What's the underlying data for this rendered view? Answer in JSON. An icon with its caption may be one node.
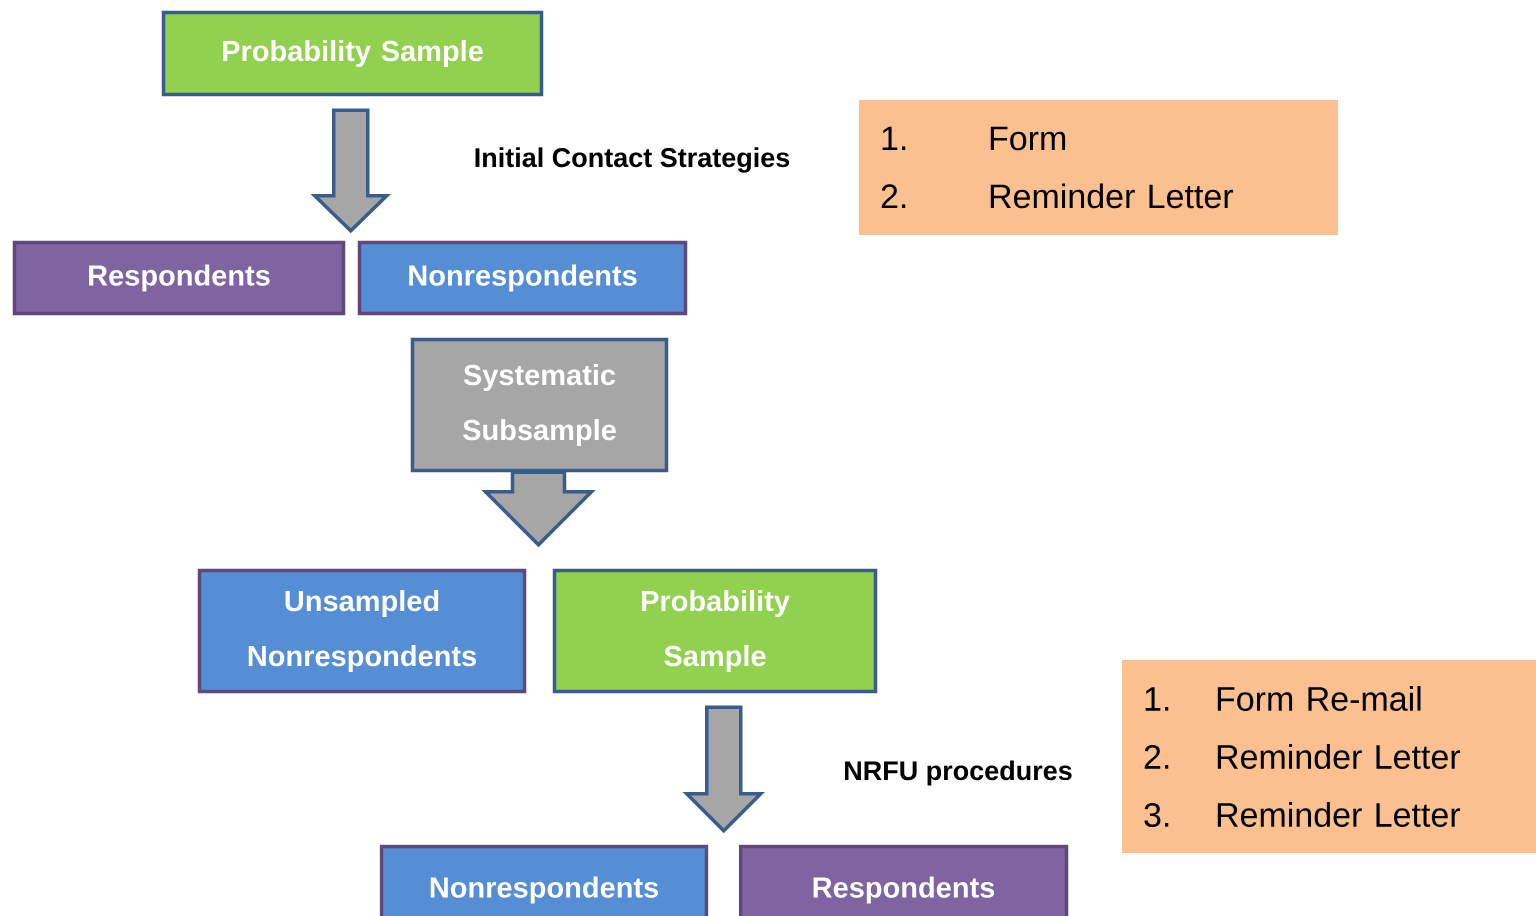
{
  "diagram": {
    "nodes": [
      {
        "text": [
          "Probability Sample"
        ]
      },
      {
        "text": [
          "Respondents"
        ]
      },
      {
        "text": [
          "Nonrespondents"
        ]
      },
      {
        "text": [
          "Systematic Subsample"
        ]
      },
      {
        "text": [
          "Unsampled Nonrespondents"
        ]
      },
      {
        "text": [
          "Probability Sample"
        ]
      },
      {
        "text": [
          "Nonrespondents"
        ]
      },
      {
        "text": [
          "Respondents"
        ]
      },
      {
        "text": [
          "1.",
          "Form",
          "2.",
          "Reminder Letter"
        ]
      },
      {
        "text": [
          "1.",
          "Form Re-mail",
          "2.",
          "Reminder Letter",
          "3.",
          "Reminder Letter"
        ]
      }
    ],
    "edges": [
      {
        "from": 0,
        "to": 1,
        "arrow": "to"
      },
      {
        "from": 0,
        "to": 2,
        "arrow": "to"
      },
      {
        "from": 3,
        "to": 4,
        "arrow": "to"
      },
      {
        "from": 3,
        "to": 5,
        "arrow": "to"
      },
      {
        "from": 5,
        "to": 6,
        "arrow": "to"
      },
      {
        "from": 5,
        "to": 7,
        "arrow": "to"
      }
    ],
    "labels": [
      "Initial Contact Strategies",
      "NRFU procedures"
    ]
  }
}
